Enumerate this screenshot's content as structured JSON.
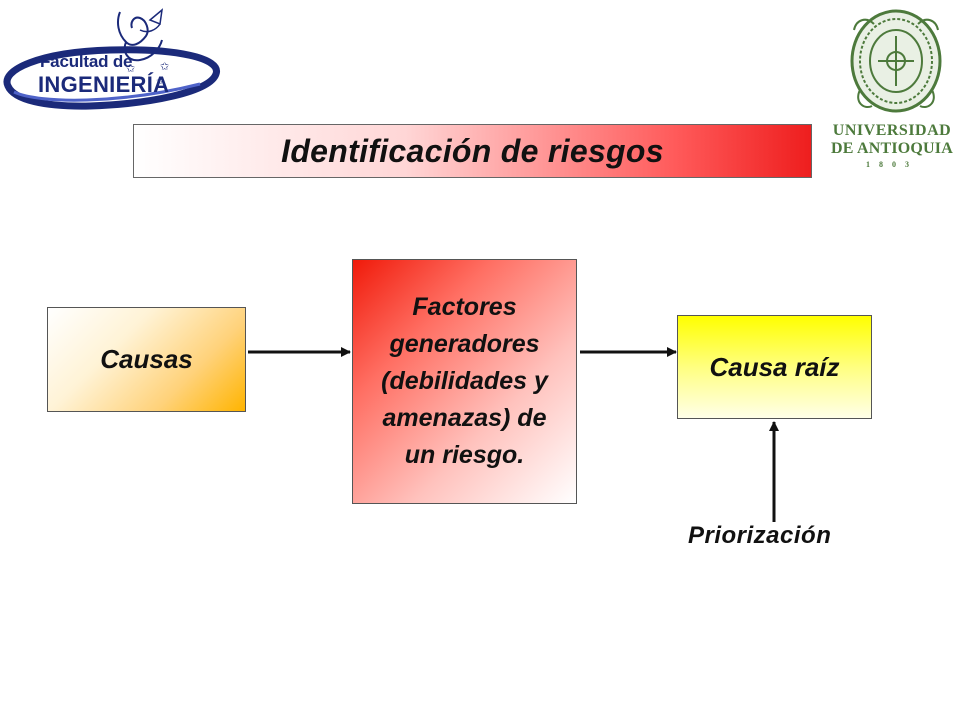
{
  "logos": {
    "faculty": {
      "line1": "Facultad de",
      "line2": "INGENIERÍA",
      "colors": {
        "text": "#1b2a7a",
        "swoosh": "#1b2a7a"
      }
    },
    "university": {
      "line1": "UNIVERSIDAD",
      "line2": "DE ANTIOQUIA",
      "line3": "1803",
      "colors": {
        "text": "#4d7a3c",
        "seal": "#4d7a3c"
      }
    }
  },
  "title": "Identificación de riesgos",
  "diagram": {
    "nodes": {
      "causas": {
        "label": "Causas",
        "color": "#ffb400"
      },
      "factores": {
        "lines": [
          "Factores",
          "generadores",
          "(debilidades y",
          "amenazas) de",
          "un riesgo."
        ],
        "color": "#f01a0a"
      },
      "causa_raiz": {
        "label": "Causa raíz",
        "color": "#ffff00"
      }
    },
    "priorizacion_label": "Priorización",
    "edges": [
      {
        "from": "causas",
        "to": "factores"
      },
      {
        "from": "factores",
        "to": "causa_raiz"
      },
      {
        "from": "priorizacion",
        "to": "causa_raiz"
      }
    ]
  }
}
